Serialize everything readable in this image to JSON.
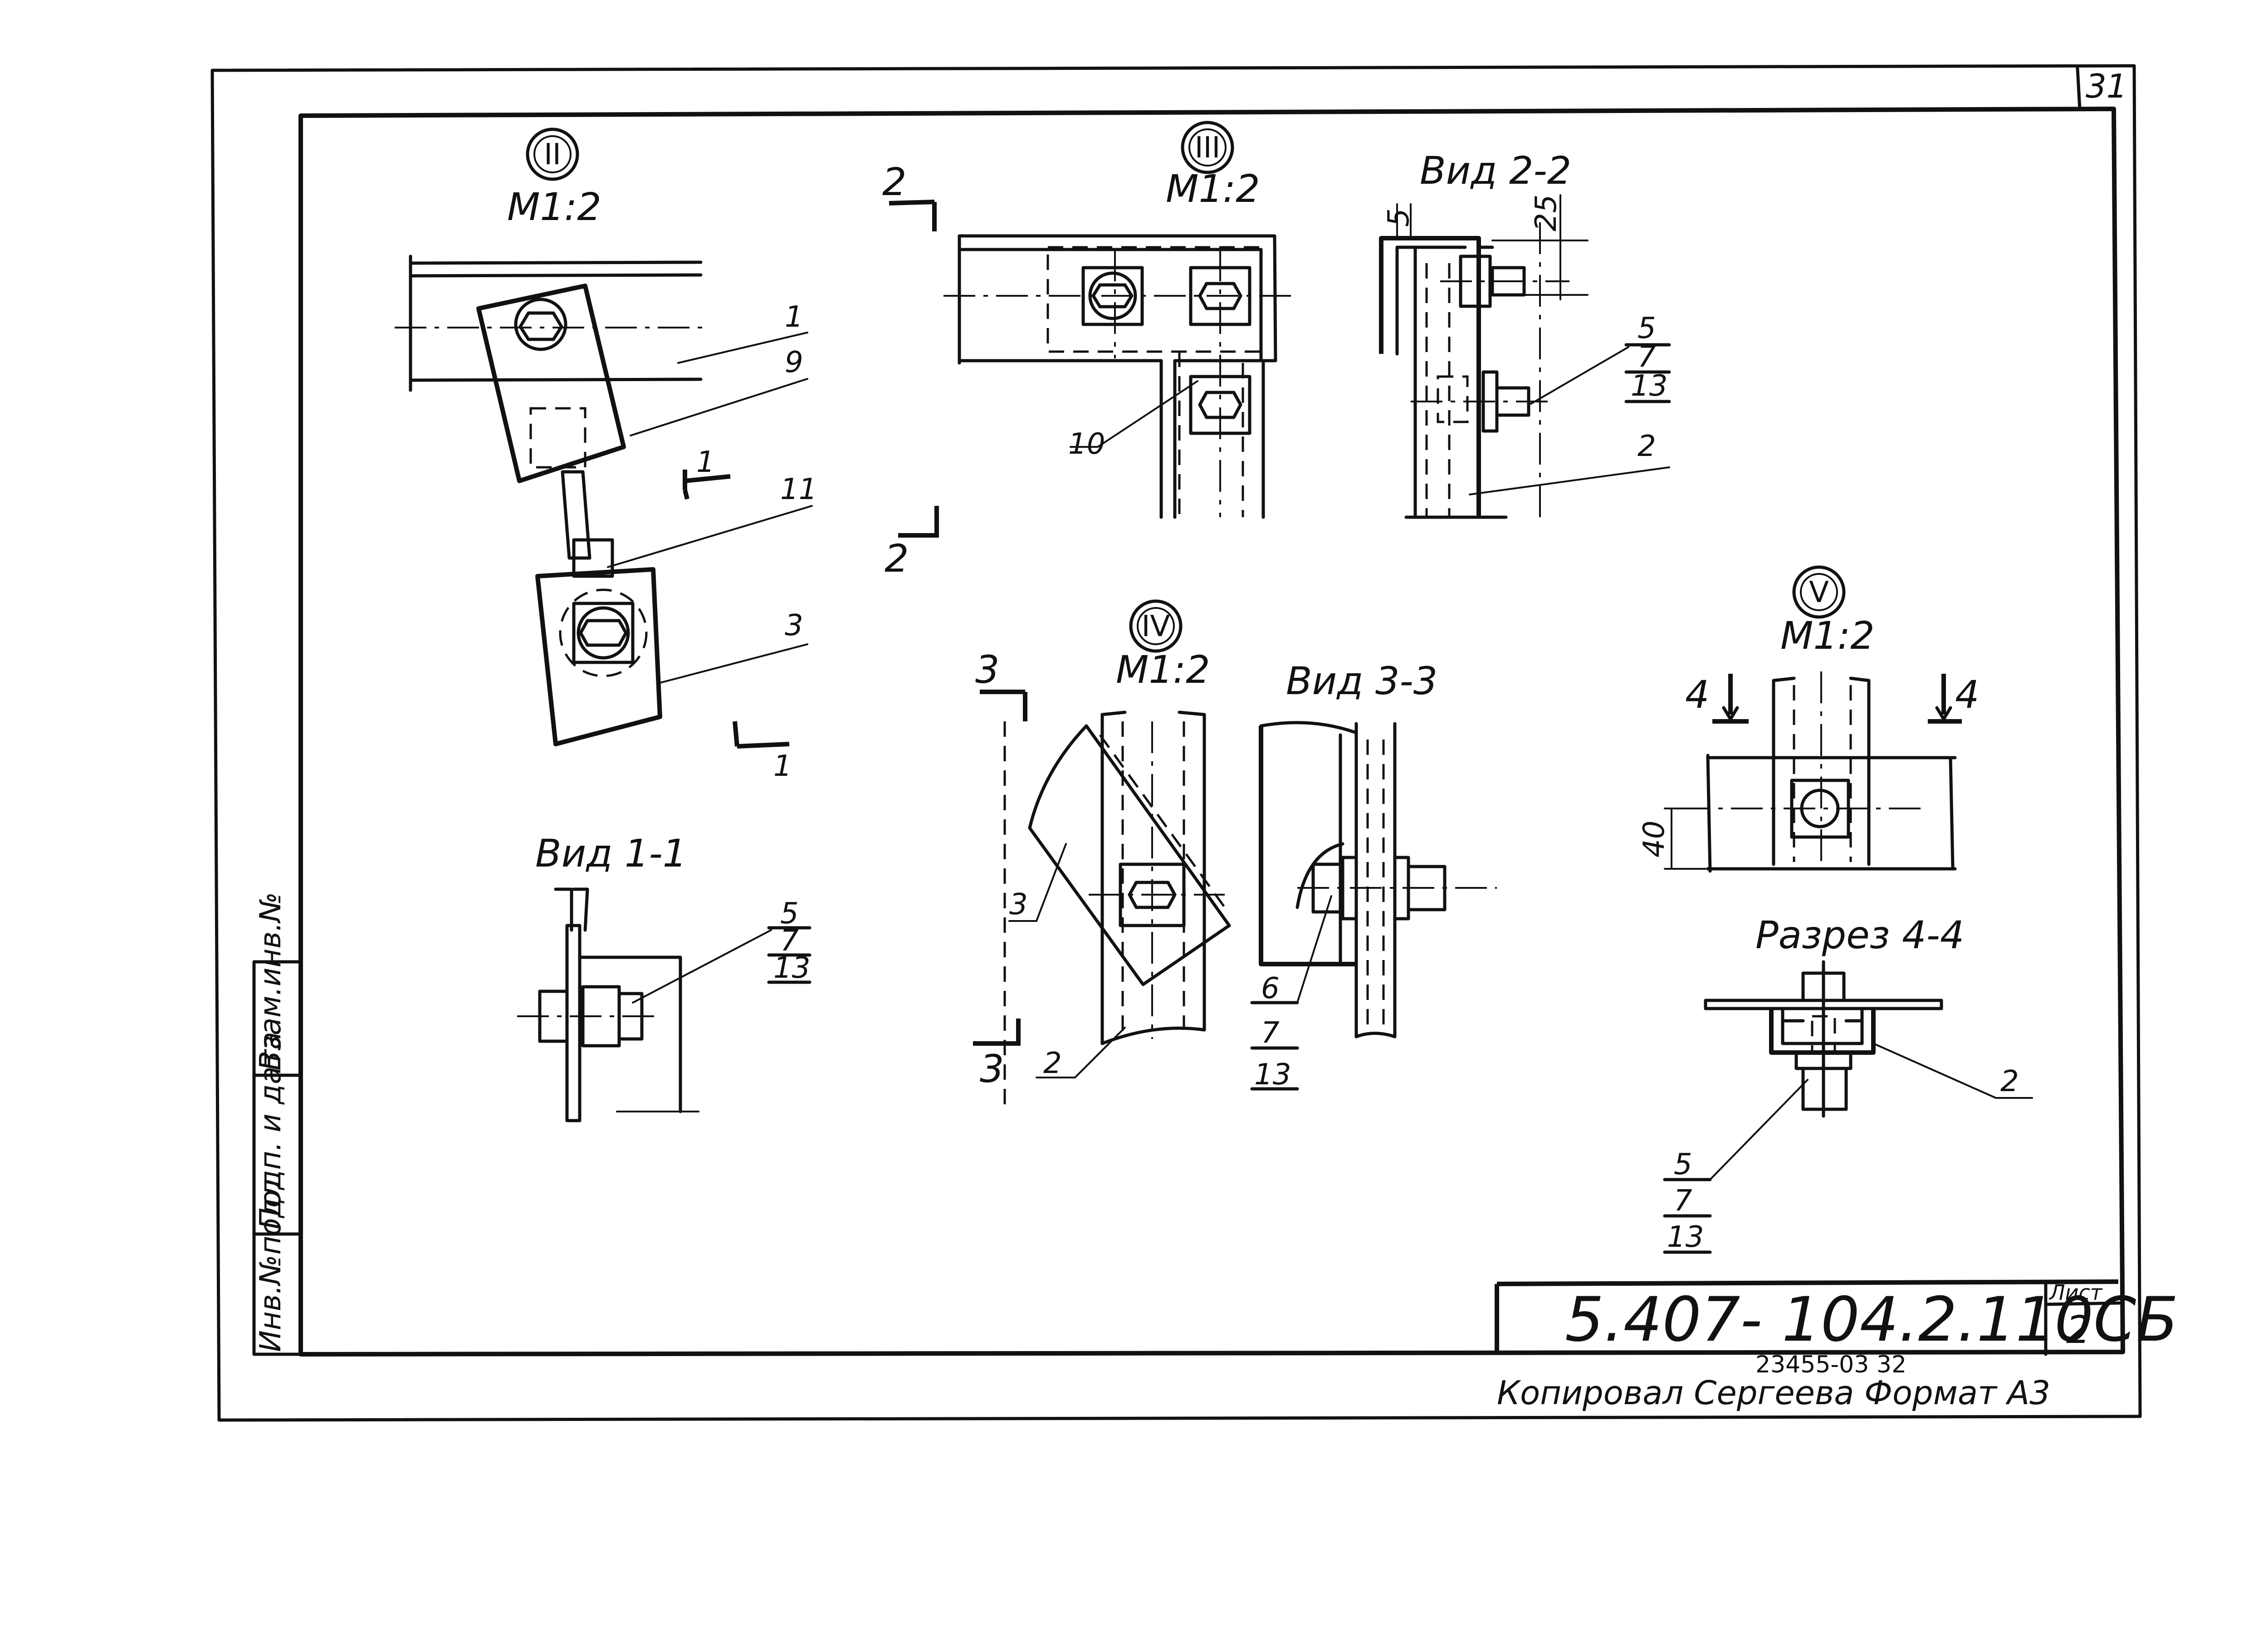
{
  "sheet": {
    "corner_number": "31",
    "document_code": "5.407- 104.2.110СБ",
    "sheet_label": "Лист",
    "sheet_number": "2",
    "archive_number": "23455-03 32",
    "copied_by": "Копировал Сергеева",
    "format": "Формат А3",
    "side_stamp": [
      "Инв.№подл.",
      "Подп. и дата",
      "Взам.инв.№"
    ]
  },
  "views": {
    "node_II": {
      "mark": "II",
      "scale": "М1:2",
      "parts": [
        "1",
        "9",
        "11",
        "3"
      ],
      "section_mark": "1"
    },
    "node_III": {
      "mark": "III",
      "scale": "М1:2",
      "parts": [
        "10"
      ],
      "section_mark": "2"
    },
    "view_2_2": {
      "title": "Вид 2-2",
      "dims": [
        "5",
        "25"
      ],
      "parts": [
        "2"
      ],
      "fraction": [
        "5",
        "7",
        "13"
      ]
    },
    "view_1_1": {
      "title": "Вид 1-1",
      "fraction": [
        "5",
        "7",
        "13"
      ]
    },
    "node_IV": {
      "mark": "IV",
      "scale": "М1:2",
      "parts": [
        "3",
        "2"
      ],
      "section_mark": "3"
    },
    "view_3_3": {
      "title": "Вид 3-3",
      "fraction": [
        "6",
        "7",
        "13"
      ]
    },
    "node_V": {
      "mark": "V",
      "scale": "М1:2",
      "section_mark": "4",
      "dim": "40"
    },
    "section_4_4": {
      "title": "Разрез 4-4",
      "parts": [
        "2"
      ],
      "fraction": [
        "5",
        "7",
        "13"
      ]
    }
  }
}
